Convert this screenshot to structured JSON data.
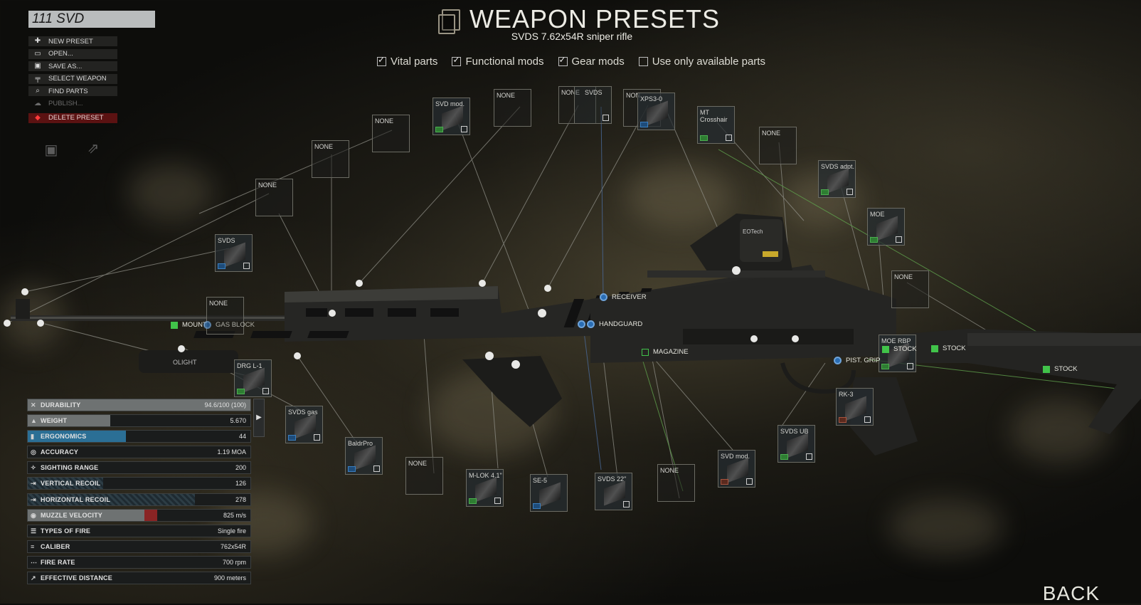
{
  "preset_name": "111 SVD",
  "menu": [
    {
      "label": "NEW PRESET",
      "icon": "new-preset-icon",
      "glyph": "✚"
    },
    {
      "label": "OPEN...",
      "icon": "folder-icon",
      "glyph": "▭"
    },
    {
      "label": "SAVE AS...",
      "icon": "floppy-icon",
      "glyph": "▣"
    },
    {
      "label": "SELECT WEAPON",
      "icon": "rifle-icon",
      "glyph": "╤"
    },
    {
      "label": "FIND PARTS",
      "icon": "search-icon",
      "glyph": "⌕"
    },
    {
      "label": "PUBLISH...",
      "icon": "cloud-upload-icon",
      "glyph": "☁"
    },
    {
      "label": "DELETE PRESET",
      "icon": "delete-icon",
      "glyph": "◆"
    }
  ],
  "header": {
    "title": "WEAPON PRESETS",
    "subtitle": "SVDS 7.62x54R sniper rifle"
  },
  "filters": [
    {
      "label": "Vital parts",
      "checked": true
    },
    {
      "label": "Functional mods",
      "checked": true
    },
    {
      "label": "Gear mods",
      "checked": true
    },
    {
      "label": "Use only available parts",
      "checked": false
    }
  ],
  "slots": [
    {
      "label": "SVDS",
      "filled": true,
      "tag": "blue"
    },
    {
      "label": "NONE",
      "filled": false
    },
    {
      "label": "NONE",
      "filled": false
    },
    {
      "label": "NONE",
      "filled": false
    },
    {
      "label": "SVD mod.",
      "filled": true,
      "tag": "green"
    },
    {
      "label": "NONE",
      "filled": false
    },
    {
      "label": "NONE",
      "filled": false
    },
    {
      "label": "SVDS",
      "filled": true,
      "tag": ""
    },
    {
      "label": "NON",
      "filled": false
    },
    {
      "label": "XPS3-0",
      "filled": true,
      "tag": "blue"
    },
    {
      "label": "MT\nCrosshair",
      "filled": true,
      "tag": "green"
    },
    {
      "label": "NONE",
      "filled": false
    },
    {
      "label": "SVDS adpt.",
      "filled": true,
      "tag": "green"
    },
    {
      "label": "MOE",
      "filled": true,
      "tag": "green"
    },
    {
      "label": "NONE",
      "filled": false
    },
    {
      "label": "MOE RBP",
      "filled": true,
      "tag": "green"
    },
    {
      "label": "RK-3",
      "filled": true,
      "tag": "red"
    },
    {
      "label": "NONE",
      "filled": false
    },
    {
      "label": "DRG L-1",
      "filled": true,
      "tag": "green"
    },
    {
      "label": "SVDS gas",
      "filled": true,
      "tag": "blue"
    },
    {
      "label": "BaldrPro",
      "filled": true,
      "tag": "blue"
    },
    {
      "label": "NONE",
      "filled": false
    },
    {
      "label": "M-LOK 4.1\"",
      "filled": true,
      "tag": "green"
    },
    {
      "label": "SE-5",
      "filled": true,
      "tag": "blue"
    },
    {
      "label": "SVDS 22\"",
      "filled": true,
      "tag": ""
    },
    {
      "label": "NONE",
      "filled": false
    },
    {
      "label": "SVD mod.",
      "filled": true,
      "tag": "red"
    },
    {
      "label": "SVDS UB",
      "filled": true,
      "tag": "green"
    }
  ],
  "nodes": [
    {
      "label": "RECEIVER"
    },
    {
      "label": "HANDGUARD"
    },
    {
      "label": "MOUNT"
    },
    {
      "label": "GAS BLOCK"
    },
    {
      "label": "MAGAZINE"
    },
    {
      "label": "PIST. GRIP"
    },
    {
      "label": "STOCK"
    },
    {
      "label": "STOCK"
    },
    {
      "label": "STOCK"
    }
  ],
  "weapon_markings": {
    "brand": "OLIGHT",
    "sight_brand": "EOTech"
  },
  "stats": [
    {
      "name": "DURABILITY",
      "value": "94.6/100 (100)",
      "icon": "wrench-icon",
      "bar_fraction": 1.0,
      "bar_style": "gray"
    },
    {
      "name": "WEIGHT",
      "value": "5.670",
      "icon": "weight-icon",
      "bar_fraction": 0.37,
      "bar_style": "gray"
    },
    {
      "name": "ERGONOMICS",
      "value": "44",
      "icon": "ergonomics-icon",
      "bar_fraction": 0.44,
      "bar_style": "blue"
    },
    {
      "name": "ACCURACY",
      "value": "1.19 MOA",
      "icon": "target-icon",
      "bar_fraction": 0,
      "bar_style": "gray"
    },
    {
      "name": "SIGHTING RANGE",
      "value": "200",
      "icon": "sight-icon",
      "bar_fraction": 0,
      "bar_style": "gray"
    },
    {
      "name": "VERTICAL RECOIL",
      "value": "126",
      "icon": "vertical-recoil-icon",
      "bar_fraction": 0.34,
      "bar_style": "dark"
    },
    {
      "name": "HORIZONTAL RECOIL",
      "value": "278",
      "icon": "horizontal-recoil-icon",
      "bar_fraction": 0.75,
      "bar_style": "dark"
    },
    {
      "name": "MUZZLE VELOCITY",
      "value": "825 m/s",
      "icon": "velocity-icon",
      "bar_fraction": 0.58,
      "bar_style": "red"
    },
    {
      "name": "TYPES OF FIRE",
      "value": "Single fire",
      "icon": "fire-type-icon",
      "bar_fraction": 0,
      "bar_style": "none"
    },
    {
      "name": "CALIBER",
      "value": "762x54R",
      "icon": "caliber-icon",
      "bar_fraction": 0,
      "bar_style": "none"
    },
    {
      "name": "FIRE RATE",
      "value": "700 rpm",
      "icon": "fire-rate-icon",
      "bar_fraction": 0,
      "bar_style": "none"
    },
    {
      "name": "EFFECTIVE DISTANCE",
      "value": "900 meters",
      "icon": "distance-icon",
      "bar_fraction": 0,
      "bar_style": "none"
    }
  ],
  "back_label": "BACK"
}
